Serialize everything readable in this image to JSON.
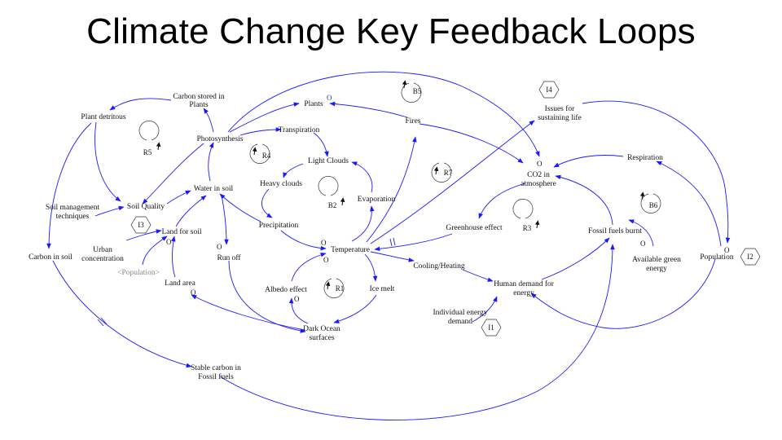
{
  "title": "Climate Change Key Feedback Loops",
  "colors": {
    "link": "#1a1aff",
    "text": "#111111",
    "grey_node": "#888888"
  },
  "nodes": {
    "carbon_stored": [
      "Carbon stored in",
      "Plants"
    ],
    "plant_detritus": [
      "Plant detritous"
    ],
    "plants": [
      "Plants"
    ],
    "photosynthesis": [
      "Photosynthesis"
    ],
    "transpiration": [
      "Transpiration"
    ],
    "light_clouds": [
      "Light Clouds"
    ],
    "heavy_clouds": [
      "Heavy clouds"
    ],
    "fires": [
      "Fires"
    ],
    "issues": [
      "Issues for",
      "sustaining life"
    ],
    "respiration": [
      "Respiration"
    ],
    "co2": [
      "CO2 in",
      "atmosphere"
    ],
    "soil_quality": [
      "Soil Quality"
    ],
    "soil_mgmt": [
      "Soil management",
      "techniques"
    ],
    "water_soil": [
      "Water in soil"
    ],
    "land_soil": [
      "Land for soil"
    ],
    "urban": [
      "Urban",
      "concentration"
    ],
    "population_ghost": [
      "<Population>"
    ],
    "carbon_soil": [
      "Carbon in soil"
    ],
    "evaporation": [
      "Evaporation"
    ],
    "precipitation": [
      "Precipitation"
    ],
    "greenhouse": [
      "Greenhouse effect"
    ],
    "fossil_burnt": [
      "Fossil fuels burnt"
    ],
    "temperature": [
      "Temperature"
    ],
    "run_off": [
      "Run off"
    ],
    "cooling": [
      "Cooling/Heating"
    ],
    "human_demand": [
      "Human demand for",
      "energy"
    ],
    "land_area": [
      "Land area"
    ],
    "albedo": [
      "Albedo effect"
    ],
    "ice_melt": [
      "Ice melt"
    ],
    "available_green": [
      "Available green",
      "energy"
    ],
    "population": [
      "Population"
    ],
    "individual": [
      "Individual energy",
      "demand"
    ],
    "dark_ocean": [
      "Dark Ocean",
      "surfaces"
    ],
    "stable_carbon": [
      "Stable carbon in",
      "Fossil fuels"
    ]
  },
  "loops": {
    "b5": "B5",
    "r5": "R5",
    "r4": "R4",
    "r7": "R7",
    "b2": "B2",
    "r3": "R3",
    "b6": "B6",
    "r1": "R1"
  },
  "interventions": {
    "i4": "I4",
    "i3": "I3",
    "i2": "I2",
    "i1": "I1"
  },
  "polarity": "O"
}
